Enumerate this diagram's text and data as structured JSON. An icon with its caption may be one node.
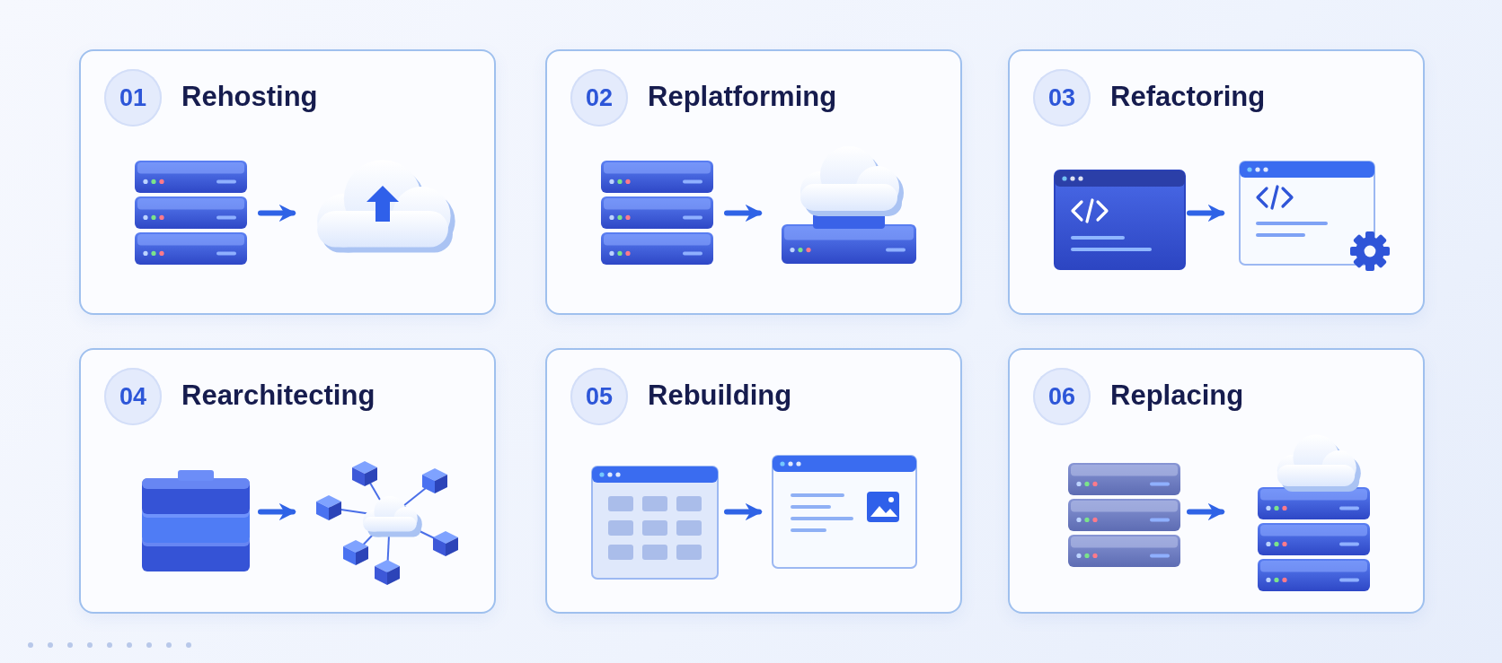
{
  "diagram": {
    "nodes": [
      {
        "text": [
          "Rehosting"
        ]
      },
      {
        "text": [
          "01"
        ],
        "in": 0
      },
      {
        "text": [],
        "shape": "picture",
        "in": 0
      },
      {
        "text": [],
        "shape": "picture",
        "in": 0
      },
      {
        "text": [
          "Replatforming"
        ]
      },
      {
        "text": [
          "02"
        ],
        "in": 4
      },
      {
        "text": [],
        "shape": "picture",
        "in": 4
      },
      {
        "text": [],
        "shape": "picture",
        "in": 4
      },
      {
        "text": [
          "Refactoring"
        ]
      },
      {
        "text": [
          "03"
        ],
        "in": 8
      },
      {
        "text": [],
        "shape": "picture",
        "in": 8
      },
      {
        "text": [],
        "shape": "picture",
        "in": 8
      },
      {
        "text": [
          "Rearchitecting"
        ]
      },
      {
        "text": [
          "04"
        ],
        "in": 12
      },
      {
        "text": [],
        "shape": "picture",
        "in": 12
      },
      {
        "text": [],
        "shape": "picture",
        "in": 12
      },
      {
        "text": [
          "Rebuilding"
        ]
      },
      {
        "text": [
          "05"
        ],
        "in": 16
      },
      {
        "text": [],
        "shape": "picture",
        "in": 16
      },
      {
        "text": [],
        "shape": "picture",
        "in": 16
      },
      {
        "text": [
          "Replacing"
        ]
      },
      {
        "text": [
          "06"
        ],
        "in": 20
      },
      {
        "text": [],
        "shape": "picture",
        "in": 20
      },
      {
        "text": [],
        "shape": "picture",
        "in": 20
      }
    ],
    "edges": [
      {
        "from": 2,
        "to": 3,
        "arrow": "to"
      },
      {
        "from": 6,
        "to": 7,
        "arrow": "to"
      },
      {
        "from": 10,
        "to": 11,
        "arrow": "to"
      },
      {
        "from": 14,
        "to": 15,
        "arrow": "to"
      },
      {
        "from": 18,
        "to": 19,
        "arrow": "to"
      },
      {
        "from": 22,
        "to": 23,
        "arrow": "to"
      }
    ]
  }
}
